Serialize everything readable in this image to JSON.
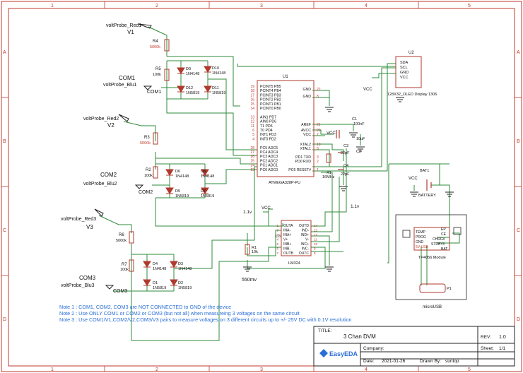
{
  "grid": {
    "cols_top": [
      "1",
      "2",
      "3",
      "4",
      "5"
    ],
    "rows_side": [
      "A",
      "B",
      "C",
      "D"
    ]
  },
  "probes": {
    "v1_probe": "voltProbe_Red1",
    "v1_label": "V1",
    "com1_label": "COM1",
    "com1_probe": "voltProbe_Blu1",
    "com1_net": "COM1",
    "v2_probe": "voltProbe_Red2",
    "v2_label": "V2",
    "com2_label": "COM2",
    "com2_probe": "voltProbe_Blu2",
    "com2_net": "COM2",
    "v3_probe": "voltProbe_Red3",
    "v3_label": "V3",
    "com3_label": "COM3",
    "com3_probe": "voltProbe_Blu3",
    "com3_net": "COM3"
  },
  "components": {
    "r4_ref": "R4",
    "r4_val": "5000k",
    "r5_ref": "R5",
    "r5_val": "100k",
    "d9_ref": "D9",
    "d9_val": "1N4148",
    "d10_ref": "D10",
    "d10_val": "1N4148",
    "d12_ref": "D12",
    "d12_val": "1N5819",
    "d11_ref": "D11",
    "d11_val": "1N5819",
    "r3_ref": "R3",
    "r3_val": "5000k",
    "r2_ref": "R2",
    "r2_val": "100k",
    "d6_ref": "D6",
    "d6_val": "1N4148",
    "d8_ref": "D8",
    "d8_val": "1N4148",
    "d5_ref": "D5",
    "d5_val": "1N5819",
    "d7_ref": "D7",
    "d7_val": "1N5819",
    "r6_ref": "R6",
    "r6_val": "5000k",
    "r7_ref": "R7",
    "r7_val": "100k",
    "d4_ref": "D4",
    "d4_val": "1N4148",
    "d3_ref": "D3",
    "d3_val": "1N4148",
    "d1_ref": "D1",
    "d1_val": "1N5819",
    "d2_ref": "D2",
    "d2_val": "1N5819",
    "u1_ref": "U1",
    "u1_left_pins": [
      "PCINT5 PB5",
      "PCINT4 PB4",
      "PCINT3 PB3",
      "PCINT2 PB2",
      "PCINT1 PB1",
      "PCINT0 PB0",
      "",
      "AIN1 PD7",
      "AIN0 PD6",
      "T1 PD5",
      "T0 PD4",
      "INT1 PD3",
      "INT0 PD2",
      "",
      "PC5 ADC5",
      "PC4 ADC4",
      "PC3 ADC3",
      "PC2 ADC2",
      "PC1 ADC1",
      "PC0 ADC0"
    ],
    "u1_left_nums": [
      "19",
      "18",
      "17",
      "16",
      "15",
      "14",
      "",
      "13",
      "12",
      "11",
      "6",
      "5",
      "4",
      "",
      "28",
      "27",
      "26",
      "25",
      "24",
      "23"
    ],
    "u1_right_pins": [
      "GND",
      "GND",
      "AREF",
      "AVCC",
      "VCC",
      "XTAL2",
      "XTAL1",
      "PD1 TXD",
      "PD0 RXD",
      "PC6 RESET#"
    ],
    "u1_right_nums": [
      "22",
      "8",
      "21",
      "20",
      "7",
      "10",
      "9",
      "3",
      "2",
      "1"
    ],
    "u1_part": "ATMEGA328P-PU",
    "u2_ref": "U2",
    "u2_pins": [
      "SDA",
      "SCL",
      "GND",
      "VCC"
    ],
    "u2_part": "128X32_OLED Display 1306",
    "c1_ref": "C1",
    "c1_val": "100nF",
    "c3_ref": "C3",
    "c3_val": "22pF",
    "c4_ref": "C4",
    "c4_val": "22pF",
    "c2_ref": "C2",
    "c2_val": "10uF",
    "x1_ref": "X1",
    "x1_val": "16MHz",
    "u3_ref": "U3",
    "u3_part": "LM324",
    "u3_left": [
      "OUTA",
      "INA-",
      "INA+",
      "V+",
      "INB+",
      "INB-",
      "OUTB"
    ],
    "u3_right": [
      "OUTD",
      "IND-",
      "IND+",
      "V-",
      "INC+",
      "INC-",
      "OUTC"
    ],
    "u3_left_nums": [
      "1",
      "2",
      "3",
      "4",
      "5",
      "6",
      "7"
    ],
    "u3_right_nums": [
      "14",
      "13",
      "12",
      "11",
      "10",
      "9",
      "8"
    ],
    "r1_ref": "R1",
    "r1_val": "10k",
    "bat_ref": "BAT1",
    "bat_val": "BATTERY",
    "tp_part": "TP4056 Module",
    "tp_left": [
      "TEMP",
      "PROG",
      "GND",
      "5V USB"
    ],
    "tp_right": [
      "EP",
      "CE",
      "CHRG#",
      "STDBY#",
      "BAT"
    ],
    "usb_ref": "P1",
    "usb_part": "microUSB",
    "vcc_label": "VCC",
    "net_11v_a": "1.1v",
    "net_11v_b": "1.1v",
    "net_550mv": "550mv"
  },
  "notes": [
    "Note 1 : COM1, COM2, COM3 are NOT CONNECTED to GND of the device",
    "Note 2 : Use ONLY COM1 or COM2 or COM3 (but not all) when measureing 3 voltages on the same circuit",
    "Note 3 : Use COM1/V1,COM2/V2,COM3/V3 pairs to measure voltages on 3 different circuits up to +/- 25V DC with 0.1V resolution"
  ],
  "title_block": {
    "title_label": "TITLE:",
    "title": "3 Chan DVM",
    "rev_label": "REV:",
    "rev": "1.0",
    "logo": "EasyEDA",
    "company_label": "Company:",
    "sheet_label": "Sheet:",
    "sheet": "1/1",
    "date_label": "Date:",
    "date": "2021-01-26",
    "drawn_label": "Drawn By:",
    "drawn_by": "suntop"
  },
  "colors": {
    "border": "#c0392b",
    "wire": "#2e8b3a",
    "component": "#b03a2e",
    "text": "#111111",
    "pin_num": "#b03a2e",
    "note": "#2b6fd6",
    "logo": "#2b6fd6"
  }
}
